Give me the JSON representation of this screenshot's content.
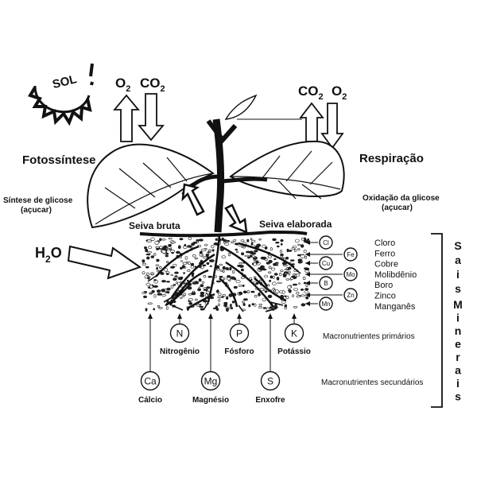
{
  "sun": {
    "label": "SOL"
  },
  "photo": {
    "title": "Fotossíntese",
    "subtitle_line1": "Síntese de glicose",
    "subtitle_line2": "(açucar)",
    "o2": "O",
    "o2_sub": "2",
    "co2": "CO",
    "co2_sub": "2"
  },
  "resp": {
    "title": "Respiração",
    "subtitle_line1": "Oxidação da glicose",
    "subtitle_line2": "(açucar)",
    "co2": "CO",
    "co2_sub": "2",
    "o2": "O",
    "o2_sub": "2"
  },
  "water": {
    "h": "H",
    "sub": "2",
    "o": "O"
  },
  "sap": {
    "raw": "Seiva bruta",
    "elaborated": "Seiva elaborada"
  },
  "micronutrients": [
    {
      "symbol": "Cl",
      "name": "Cloro"
    },
    {
      "symbol": "Fe",
      "name": "Ferro"
    },
    {
      "symbol": "Cu",
      "name": "Cobre"
    },
    {
      "symbol": "Mo",
      "name": "Molibdênio"
    },
    {
      "symbol": "B",
      "name": "Boro"
    },
    {
      "symbol": "Zn",
      "name": "Zinco"
    },
    {
      "symbol": "Mn",
      "name": "Manganês"
    }
  ],
  "primary": {
    "caption": "Macronutrientes primários",
    "items": [
      {
        "symbol": "N",
        "name": "Nitrogênio"
      },
      {
        "symbol": "P",
        "name": "Fósforo"
      },
      {
        "symbol": "K",
        "name": "Potássio"
      }
    ]
  },
  "secondary": {
    "caption": "Macronutrientes secundários",
    "items": [
      {
        "symbol": "Ca",
        "name": "Cálcio"
      },
      {
        "symbol": "Mg",
        "name": "Magnésio"
      },
      {
        "symbol": "S",
        "name": "Enxofre"
      }
    ]
  },
  "bracket_letters": [
    "S",
    "a",
    "i",
    "s",
    "M",
    "i",
    "n",
    "e",
    "r",
    "a",
    "i",
    "s"
  ]
}
